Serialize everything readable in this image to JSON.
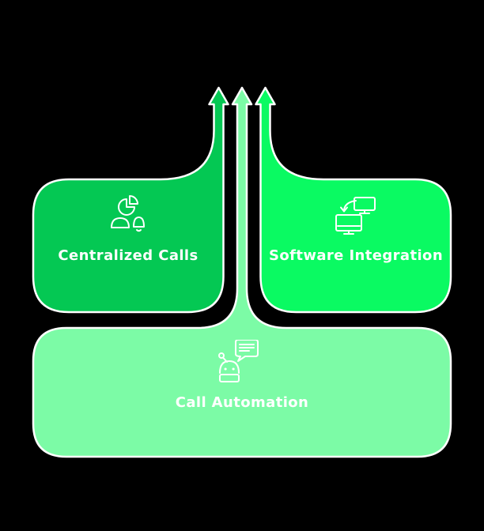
{
  "colors": {
    "background": "#000000",
    "outline": "#ffffff",
    "label_text": "#ffffff",
    "left_green": "#04c853",
    "right_green": "#0afa62",
    "light_green": "#7cfba6"
  },
  "cards": [
    {
      "position": "left",
      "label": "Centralized Calls",
      "icon": "person-piechart-bell-icon",
      "fill": "#04c853"
    },
    {
      "position": "right",
      "label": "Software Integration",
      "icon": "monitors-sync-icon",
      "fill": "#0afa62"
    },
    {
      "position": "bottom",
      "label": "Call Automation",
      "icon": "robot-chat-icon",
      "fill": "#7cfba6"
    }
  ],
  "arrows": [
    {
      "name": "left-up-arrow",
      "direction": "up",
      "fill": "#04c853"
    },
    {
      "name": "center-up-arrow",
      "direction": "up",
      "fill": "#7cfba6"
    },
    {
      "name": "right-up-arrow",
      "direction": "up",
      "fill": "#0afa62"
    }
  ]
}
